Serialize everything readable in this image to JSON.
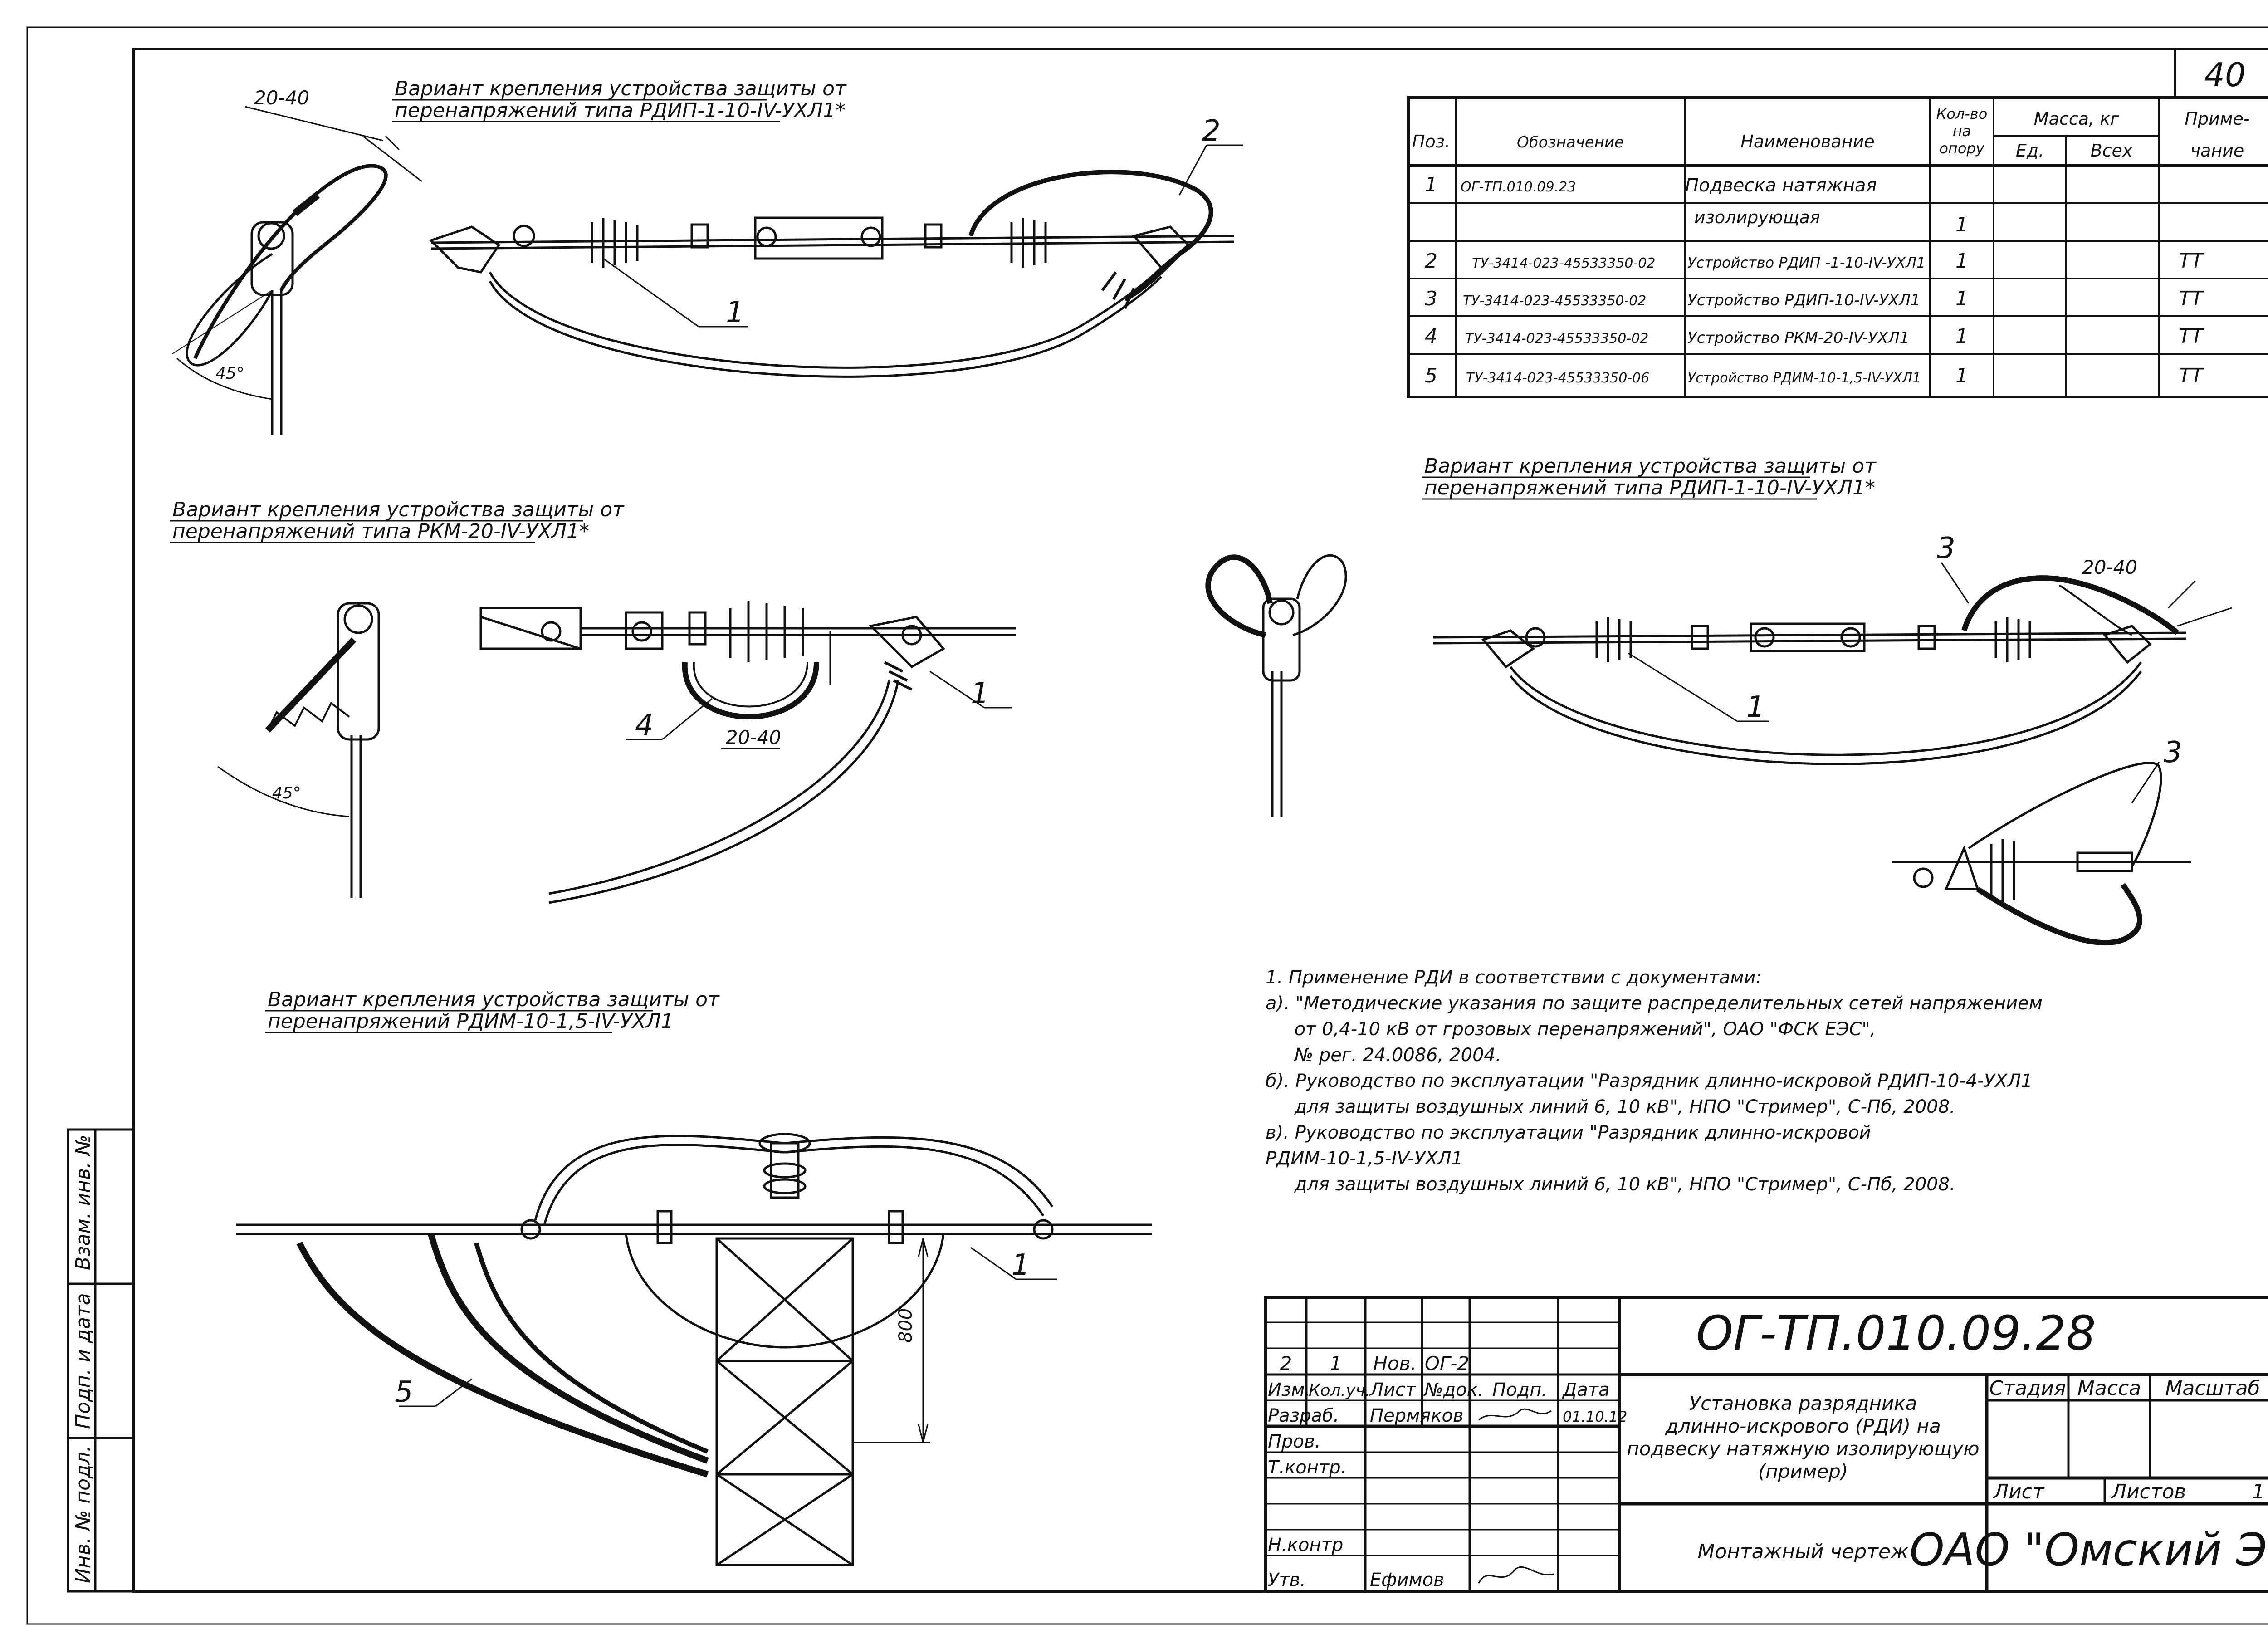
{
  "sheet_number": "40",
  "spec_table": {
    "headers": {
      "pos": "Поз.",
      "designation": "Обозначение",
      "name": "Наименование",
      "qty": [
        "Кол-во",
        "на",
        "опору"
      ],
      "mass": "Масса, кг",
      "mass_unit": "Ед.",
      "mass_total": "Всех",
      "note": [
        "Приме-",
        "чание"
      ]
    },
    "rows": [
      {
        "pos": "1",
        "designation": "ОГ-ТП.010.09.23",
        "name": "Подвеска натяжная",
        "qty": "",
        "note": ""
      },
      {
        "pos": "",
        "designation": "",
        "name": "изолирующая",
        "qty": "1",
        "note": ""
      },
      {
        "pos": "2",
        "designation": "ТУ-3414-023-45533350-02",
        "name": "Устройство РДИП -1-10-IV-УХЛ1",
        "qty": "1",
        "note": "ТТ"
      },
      {
        "pos": "3",
        "designation": "ТУ-3414-023-45533350-02",
        "name": "Устройство РДИП-10-IV-УХЛ1",
        "qty": "1",
        "note": "ТТ"
      },
      {
        "pos": "4",
        "designation": "ТУ-3414-023-45533350-02",
        "name": "Устройство РКМ-20-IV-УХЛ1",
        "qty": "1",
        "note": "ТТ"
      },
      {
        "pos": "5",
        "designation": "ТУ-3414-023-45533350-06",
        "name": "Устройство РДИМ-10-1,5-IV-УХЛ1",
        "qty": "1",
        "note": "ТТ"
      }
    ]
  },
  "captions": {
    "variant1": [
      "Вариант крепления  устройства защиты от",
      "перенапряжений типа РДИП-1-10-IV-УХЛ1*"
    ],
    "variant2": [
      "Вариант  крепления устройства защиты от",
      "перенапряжений типа РКМ-20-IV-УХЛ1*"
    ],
    "variant3": [
      "Вариант крепления устройства защиты от",
      "перенапряжений типа РДИП-1-10-IV-УХЛ1*"
    ],
    "variant4": [
      "Вариант крепления устройства защиты от",
      "перенапряжений РДИМ-10-1,5-IV-УХЛ1"
    ]
  },
  "dimensions": {
    "gap1": "20-40",
    "angle1": "45°",
    "angle2": "45°",
    "gap2": "20-40",
    "gap3": "20-40",
    "height": "800"
  },
  "leaders": {
    "v1_a": "2",
    "v1_b": "1",
    "v2_a": "4",
    "v2_b": "1",
    "v3_a": "3",
    "v3_b": "1",
    "v3_c": "3",
    "v4_a": "5",
    "v4_b": "1"
  },
  "notes": [
    "1. Применение РДИ в соответствии с документами:",
    "а). \"Методические указания по защите распределительных сетей напряжением",
    "     от 0,4-10 кВ от грозовых перенапряжений\", ОАО \"ФСК ЕЭС\",",
    "     № рег. 24.0086, 2004.",
    "б). Руководство по эксплуатации \"Разрядник длинно-искровой РДИП-10-4-УХЛ1",
    "     для защиты воздушных линий 6, 10 кВ\", НПО \"Стример\", С-Пб, 2008.",
    "в). Руководство по эксплуатации \"Разрядник длинно-искровой",
    "РДИМ-10-1,5-IV-УХЛ1",
    "     для защиты воздушных линий 6, 10 кВ\", НПО \"Стример\", С-Пб, 2008."
  ],
  "side_stamp": {
    "a": "Взам. инв. №",
    "b": "Подп. и дата",
    "c": "Инв. № подл."
  },
  "title_block": {
    "doc_code": "ОГ-ТП.010.09.28",
    "title": [
      "Установка разрядника",
      "длинно-искрового (РДИ) на",
      "подвеску натяжную изолирующую",
      "(пример)"
    ],
    "drawing_type": "Монтажный чертеж",
    "company": "ОАО \"Омский ЭМЗ\"",
    "stage": "Стадия",
    "mass": "Масса",
    "scale": "Масштаб",
    "sheet": "Лист",
    "sheets": "Листов",
    "sheets_count": "1",
    "rev_row": {
      "a": "2",
      "b": "1",
      "c": "Нов.",
      "d": "ОГ-2"
    },
    "header_row": {
      "a": "Изм.",
      "b": "Кол.уч.",
      "c": "Лист",
      "d": "№док.",
      "e": "Подп.",
      "f": "Дата"
    },
    "rows": [
      {
        "role": "Разраб.",
        "name": "Пермяков",
        "date": "01.10.12"
      },
      {
        "role": "Пров.",
        "name": "",
        "date": ""
      },
      {
        "role": "Т.контр.",
        "name": "",
        "date": ""
      },
      {
        "role": "",
        "name": "",
        "date": ""
      },
      {
        "role": "Н.контр",
        "name": "",
        "date": ""
      },
      {
        "role": "Утв.",
        "name": "Ефимов",
        "date": ""
      }
    ]
  }
}
